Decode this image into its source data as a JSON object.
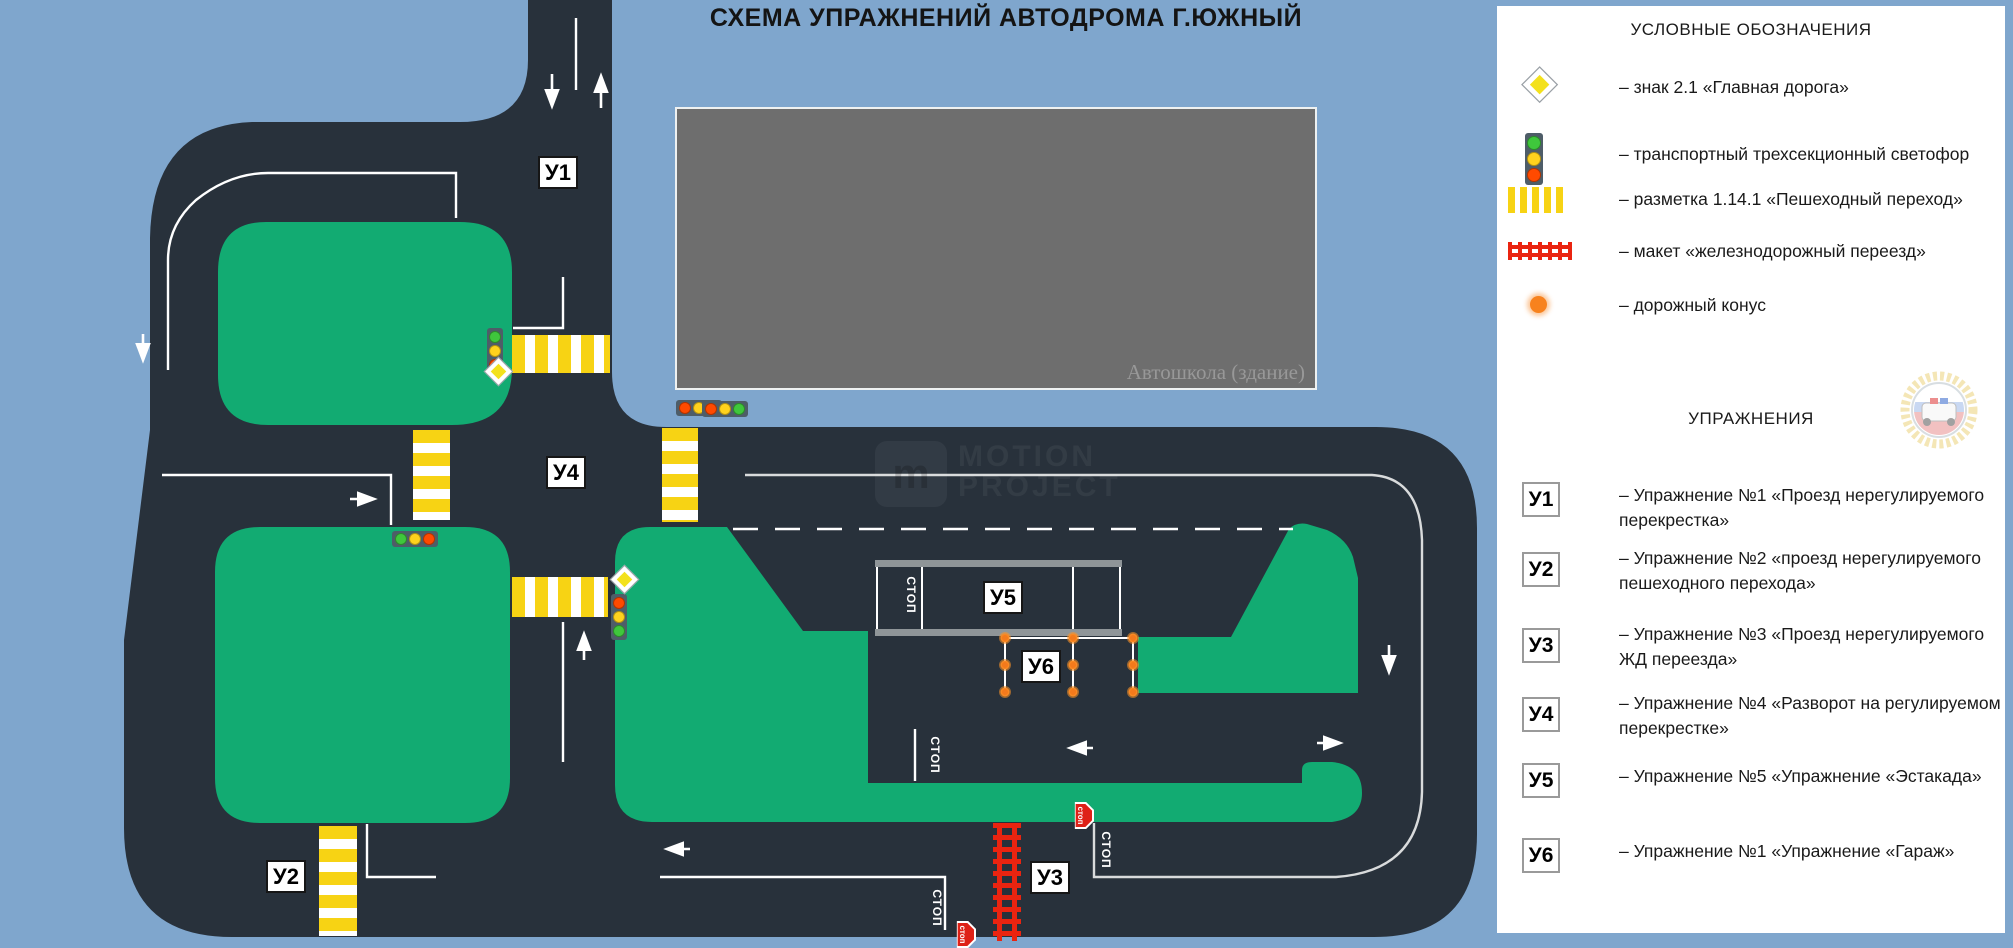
{
  "title": "СХЕМА УПРАЖНЕНИЙ АВТОДРОМА Г.ЮЖНЫЙ",
  "map": {
    "building_label": "Автошкола (здание)",
    "watermark": {
      "logo": "m",
      "line1": "MOTION",
      "line2": "PROJECT"
    },
    "stop_marking_text": "СТОП",
    "stop_sign_text": "стоп",
    "marker_labels": [
      "У1",
      "У2",
      "У3",
      "У4",
      "У5",
      "У6"
    ]
  },
  "colors": {
    "background_blue": "#7fa6cd",
    "road_dark": "#28313b",
    "grass_green": "#12ab72",
    "building_grey": "#6e6e6e",
    "marking_yellow": "#f7d314",
    "rail_red": "#ea2410",
    "cone_orange": "#f7821e",
    "panel_white": "#ffffff"
  },
  "legend": {
    "symbols_title": "УСЛОВНЫЕ ОБОЗНАЧЕНИЯ",
    "symbols": [
      {
        "icon": "main-road-sign-icon",
        "text": "– знак 2.1 «Главная дорога»"
      },
      {
        "icon": "traffic-light-icon",
        "text": "– транспортный трехсекционный светофор"
      },
      {
        "icon": "crosswalk-marking-icon",
        "text": "– разметка 1.14.1 «Пешеходный переход»"
      },
      {
        "icon": "railway-crossing-icon",
        "text": "– макет «железнодорожный переезд»"
      },
      {
        "icon": "traffic-cone-icon",
        "text": "– дорожный конус"
      }
    ],
    "exercises_title": "УПРАЖНЕНИЯ",
    "exercises": [
      {
        "label": "У1",
        "text": "– Упражнение №1 «Проезд нерегулируемого перекрестка»"
      },
      {
        "label": "У2",
        "text": "– Упражнение №2 «проезд нерегулируемого пешеходного перехода»"
      },
      {
        "label": "У3",
        "text": "– Упражнение №3 «Проезд нерегулируемого ЖД переезда»"
      },
      {
        "label": "У4",
        "text": "– Упражнение №4 «Разворот на регулируемом перекрестке»"
      },
      {
        "label": "У5",
        "text": "– Упражнение №5 «Упражнение «Эстакада»"
      },
      {
        "label": "У6",
        "text": "– Упражнение №1 «Упражнение «Гараж»"
      }
    ]
  }
}
